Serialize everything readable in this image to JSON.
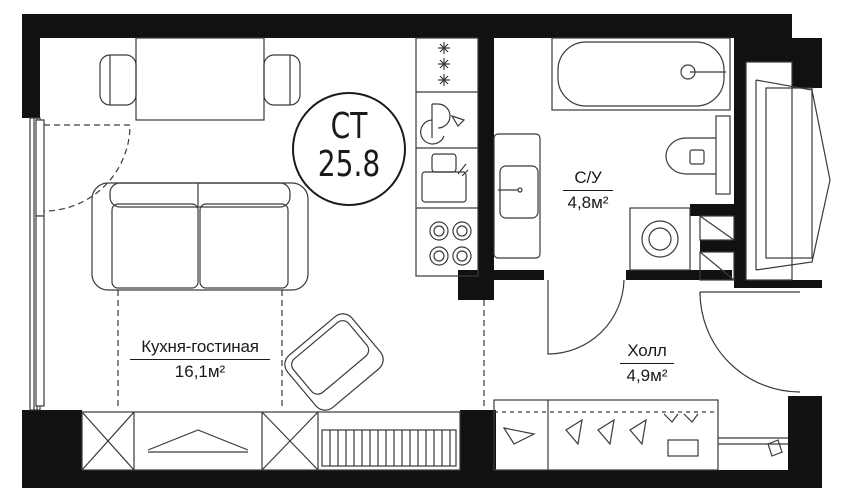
{
  "badge": {
    "type": "СТ",
    "total_area": "25.8"
  },
  "rooms": [
    {
      "id": "kitchen",
      "name": "Кухня-гостиная",
      "area": "16,1м²"
    },
    {
      "id": "bath",
      "name": "С/У",
      "area": "4,8м²"
    },
    {
      "id": "hall",
      "name": "Холл",
      "area": "4,9м²"
    }
  ],
  "colors": {
    "wall": "#111111",
    "line": "#3a3a3a",
    "background": "#ffffff"
  },
  "icons": [
    "dining-table-icon",
    "chair-icon",
    "sofa-icon",
    "armchair-icon",
    "stove-icon",
    "oven-icon",
    "sink-icon",
    "bathtub-icon",
    "toilet-icon",
    "washing-machine-icon",
    "wardrobe-icon",
    "hanger-icon",
    "shoes-icon",
    "door-swing-icon",
    "window-icon",
    "radiator-icon"
  ]
}
